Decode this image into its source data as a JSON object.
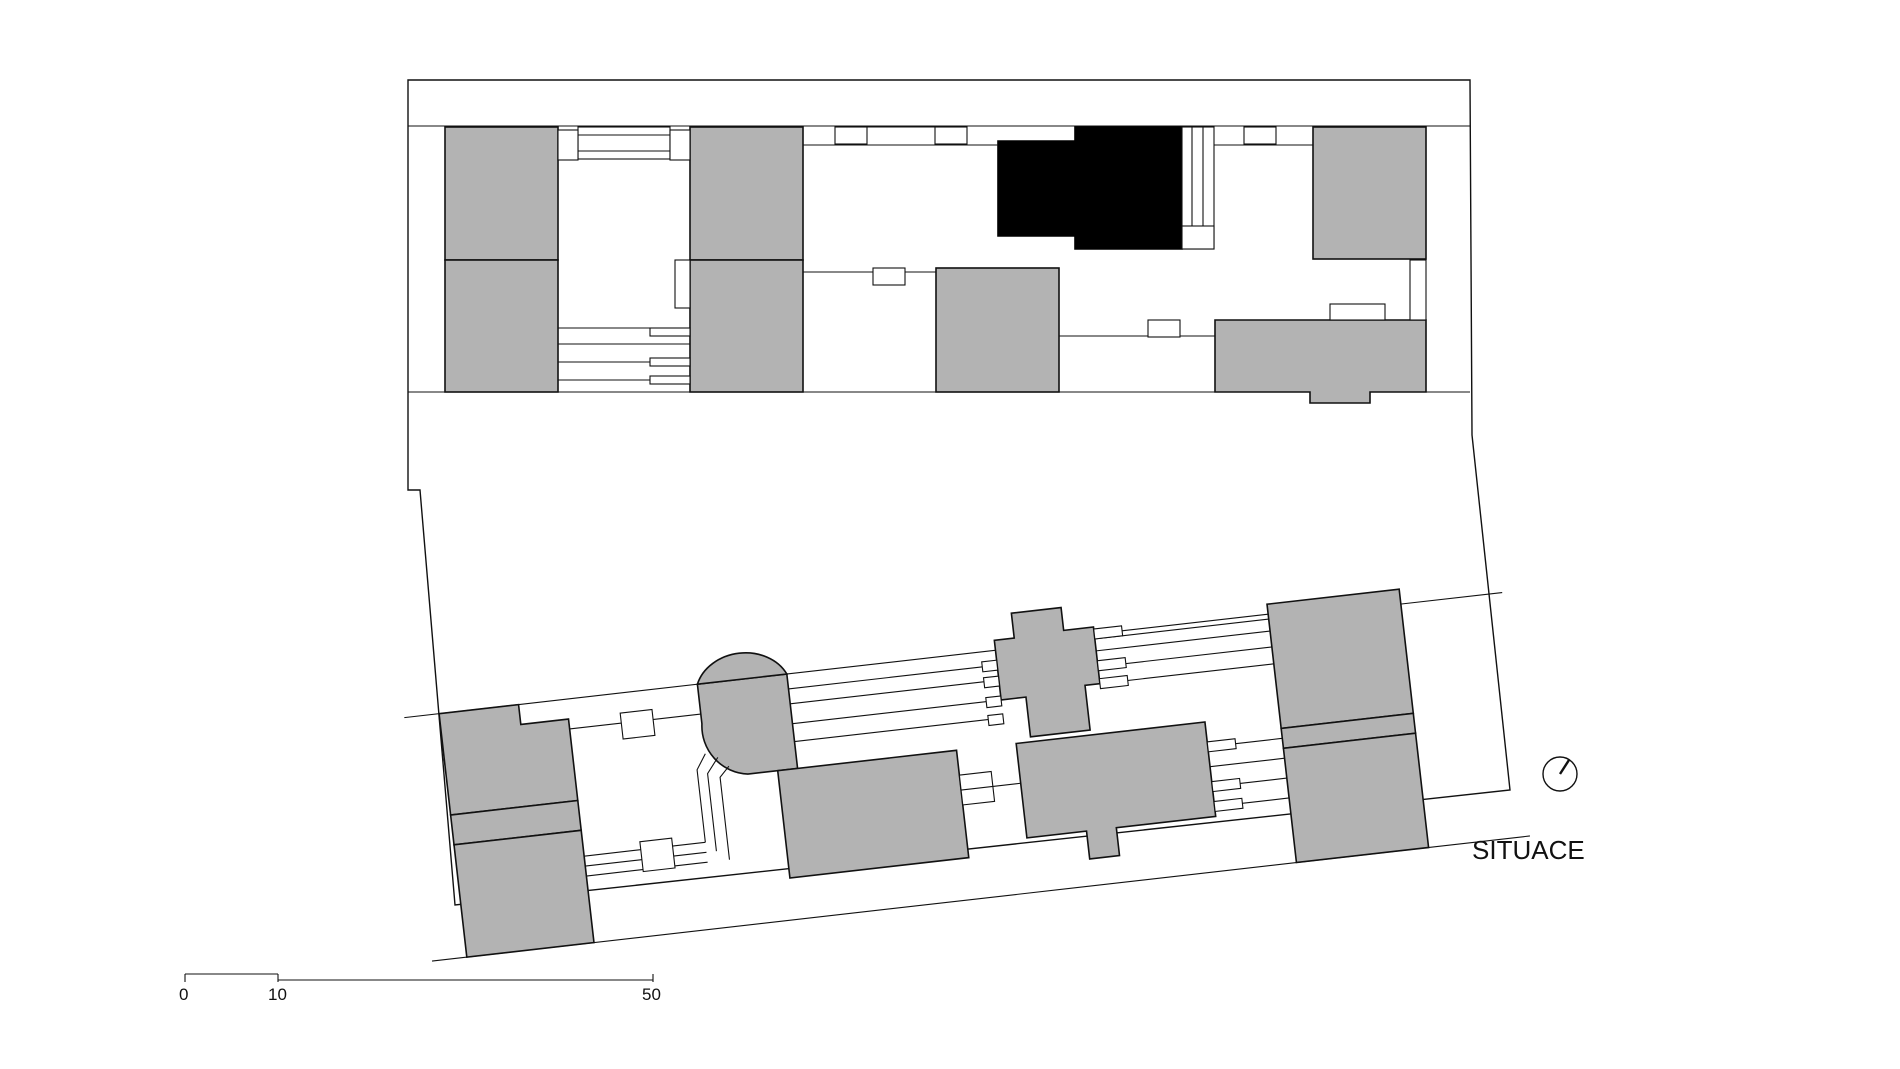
{
  "drawing": {
    "title": "SITUACE",
    "scale_bar": {
      "labels": [
        "0",
        "10",
        "50"
      ],
      "units": "m"
    },
    "north_arrow": {
      "icon": "north-arrow-icon"
    },
    "colors": {
      "building_fill": "#b3b3b3",
      "highlighted_building": "#000000",
      "lines": "#111111",
      "background": "#ffffff"
    },
    "blocks": {
      "north_row_buildings": 8,
      "south_row_buildings": 9
    }
  }
}
